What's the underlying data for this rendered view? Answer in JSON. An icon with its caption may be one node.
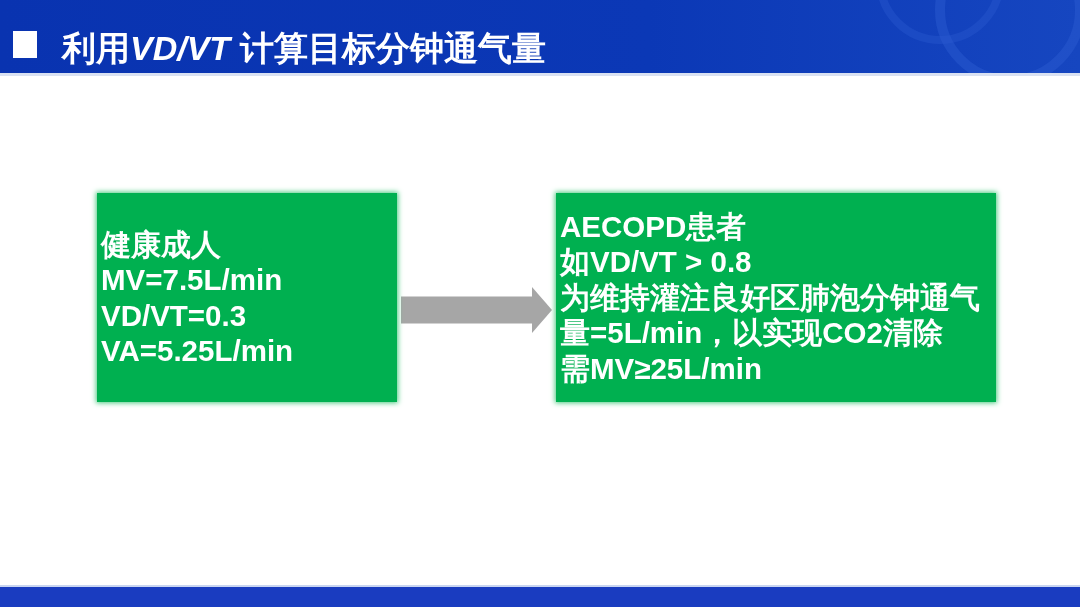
{
  "diagram": {
    "title": "利用VD/VT 计算目标分钟通气量",
    "nodes": [
      {
        "text": [
          "健康成人",
          "MV=7.5L/min",
          "VD/VT=0.3",
          "VA=5.25L/min"
        ]
      },
      {
        "text": [
          "AECOPD患者",
          "如VD/VT > 0.8",
          "为维持灌注良好区肺泡分钟通气量=5L/min，以实现CO2清除",
          "需MV≥25L/min"
        ]
      }
    ],
    "edges": [
      {
        "from": 0,
        "to": 1,
        "arrow": "to",
        "color": "#a6a6a6"
      }
    ]
  }
}
